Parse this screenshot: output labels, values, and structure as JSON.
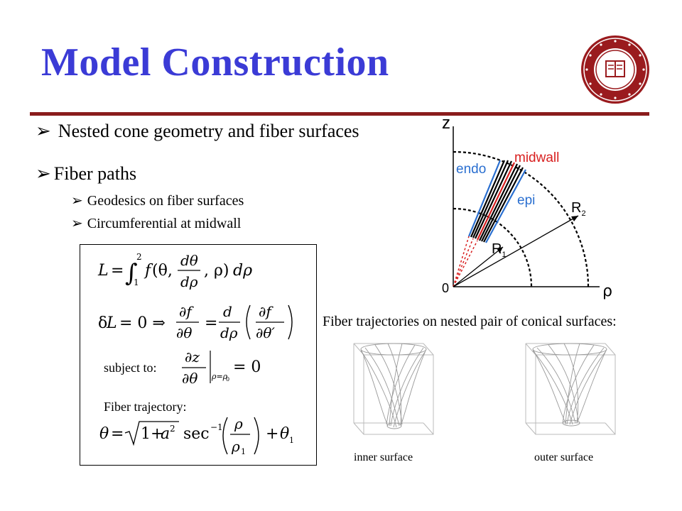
{
  "slide": {
    "title": "Model Construction",
    "bullets": [
      {
        "text": "Nested cone geometry and fiber surfaces"
      },
      {
        "text": "Fiber paths",
        "sub": [
          "Geodesics on fiber surfaces",
          "Circumferential at midwall"
        ]
      }
    ]
  },
  "formulas": {
    "subject_to_label": "subject to:",
    "fiber_trajectory_label": "Fiber trajectory:"
  },
  "diagram": {
    "z_label": "z",
    "rho_label": "ρ",
    "origin_label": "0",
    "endo_label": "endo",
    "midwall_label": "midwall",
    "epi_label": "epi",
    "r1_label": "R",
    "r1_sub": "1",
    "r2_label": "R",
    "r2_sub": "2",
    "colors": {
      "endo": "#2a6fd0",
      "midwall": "#d82020",
      "epi": "#2a6fd0"
    }
  },
  "surfaces": {
    "caption": "Fiber trajectories on nested pair of conical surfaces:",
    "inner_label": "inner surface",
    "outer_label": "outer surface"
  },
  "colors": {
    "title": "#3b3bd6",
    "rule": "#8a1c1c"
  }
}
